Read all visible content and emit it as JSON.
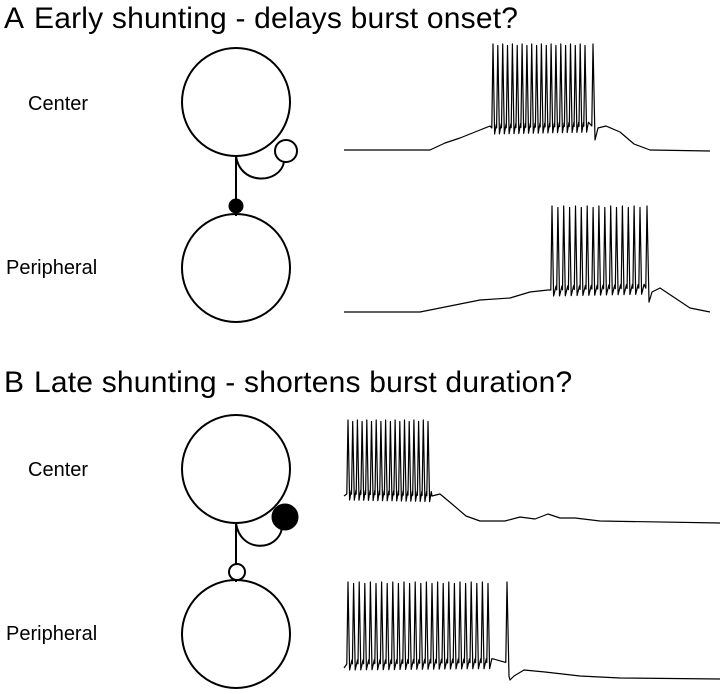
{
  "panels": [
    {
      "letter": "A",
      "title": "Early shunting - delays burst onset?",
      "upper_label": "Center",
      "lower_label": "Peripheral",
      "upper_synapse": "open-circle",
      "lower_synapse": "filled-circle"
    },
    {
      "letter": "B",
      "title": "Late shunting - shortens burst duration?",
      "upper_label": "Center",
      "lower_label": "Peripheral",
      "upper_synapse": "filled-circle",
      "lower_synapse": "open-circle"
    }
  ],
  "colors": {
    "ink": "#000000",
    "background": "#ffffff"
  }
}
